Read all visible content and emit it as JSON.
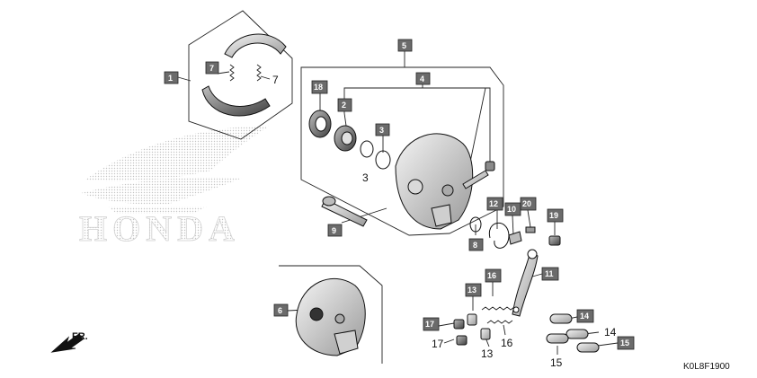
{
  "diagram": {
    "reference_code": "K0L8F1900",
    "direction_label": "FR.",
    "watermark_text": "HONDA",
    "tag_labels": {
      "p1": "1",
      "p3": "3",
      "p4": "4",
      "p5": "5",
      "p6": "6",
      "p7": "7",
      "p8": "8",
      "p9": "9",
      "p10": "10",
      "p11": "11",
      "p12": "12",
      "p13": "13",
      "p14": "14",
      "p15": "15",
      "p16": "16",
      "p17": "17",
      "p18": "18",
      "p19": "19",
      "p20": "20"
    },
    "plain_labels": {
      "p3": "3",
      "p7": "7",
      "p13": "13",
      "p14": "14",
      "p15": "15",
      "p16": "16",
      "p17": "17"
    }
  }
}
